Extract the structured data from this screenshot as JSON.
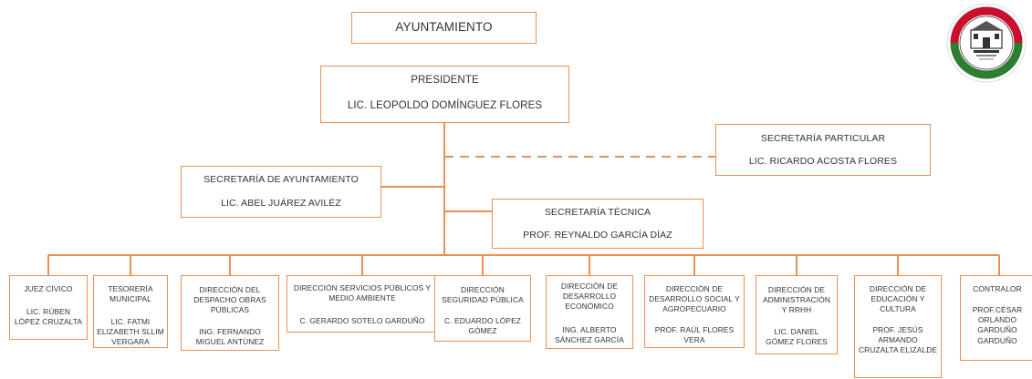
{
  "colors": {
    "line": "#ec8f55",
    "text": "#333333",
    "seal_red": "#c8102e",
    "seal_green": "#2e7d32"
  },
  "top": {
    "title": "AYUNTAMIENTO"
  },
  "president": {
    "role": "PRESIDENTE",
    "name": "LIC. LEOPOLDO DOMÍNGUEZ FLORES"
  },
  "particular": {
    "role": "SECRETARÍA PARTICULAR",
    "name": "LIC. RICARDO ACOSTA FLORES"
  },
  "ayuntamiento_secretary": {
    "role": "SECRETARÍA DE AYUNTAMIENTO",
    "name": "LIC. ABEL JUÁREZ AVILÉZ"
  },
  "technical": {
    "role": "SECRETARÍA TÉCNICA",
    "name": "PROF. REYNALDO GARCÍA DÍAZ"
  },
  "departments": [
    {
      "title": "JUEZ CÍVICO",
      "name": "LIC. RÚBEN\nLÓPEZ CRUZALTA"
    },
    {
      "title": "TESORERÍA\nMUNICIPAL",
      "name": "LIC. FATMI\nELIZABETH SLLIM\nVERGARA"
    },
    {
      "title": "DIRECCIÓN DEL\nDESPACHO OBRAS\nPÚBLICAS",
      "name": "ING. FERNANDO\nMIGUEL ANTÚNEZ"
    },
    {
      "title": "DIRECCIÓN SERVICIOS PÚBLICOS Y\nMEDIO AMBIENTE",
      "name": "C. GERARDO SOTELO GARDUÑO"
    },
    {
      "title": "DIRECCIÓN\nSEGURIDAD PÚBLICA",
      "name": "C. EDUARDO LÓPEZ\nGÓMEZ"
    },
    {
      "title": "DIRECCIÓN DE\nDESARROLLO\nECONÓMICO",
      "name": "ING. ALBERTO\nSÁNCHEZ GARCÍA"
    },
    {
      "title": "DIRECCIÓN DE\nDESARROLLO SOCIAL Y\nAGROPECUARIO",
      "name": "PROF. RAÚL FLORES\nVERA"
    },
    {
      "title": "DIRECCIÓN DE\nADMINISTRACIÓN\nY RRHH",
      "name": "LIC. DANIEL\nGÓMEZ FLORES"
    },
    {
      "title": "DIRECCIÓN DE\nEDUCACIÓN Y\nCULTURA",
      "name": "PROF. JESÚS\nARMANDO\nCRUZALTA ELIZALDE"
    },
    {
      "title": "CONTRALOR",
      "name": "PROF.CÉSAR\nORLANDO\nGARDUÑO\nGARDUÑO"
    }
  ]
}
